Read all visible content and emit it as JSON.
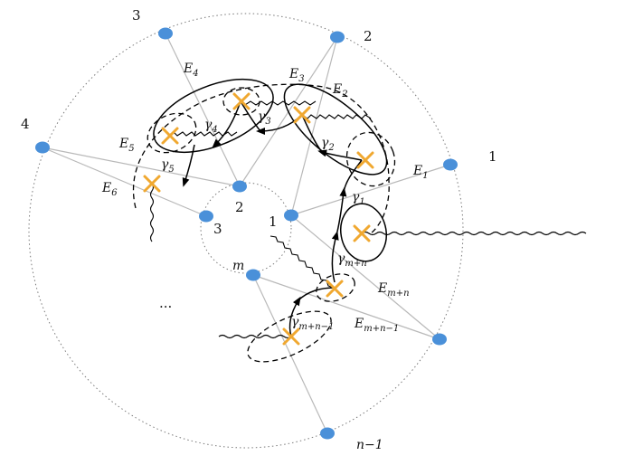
{
  "outer_labels": [
    "1",
    "2",
    "3",
    "4",
    "n−1"
  ],
  "inner_labels": [
    "1",
    "2",
    "3",
    "m"
  ],
  "ellipsis": "...",
  "edge_labels": [
    {
      "base": "E",
      "sub": "1"
    },
    {
      "base": "E",
      "sub": "2"
    },
    {
      "base": "E",
      "sub": "3"
    },
    {
      "base": "E",
      "sub": "4"
    },
    {
      "base": "E",
      "sub": "5"
    },
    {
      "base": "E",
      "sub": "6"
    },
    {
      "base": "E",
      "sub": "m+n"
    },
    {
      "base": "E",
      "sub": "m+n−1"
    }
  ],
  "path_labels": [
    {
      "base": "γ",
      "sub": "1"
    },
    {
      "base": "γ",
      "sub": "2"
    },
    {
      "base": "γ",
      "sub": "3"
    },
    {
      "base": "γ",
      "sub": "4"
    },
    {
      "base": "γ",
      "sub": "5"
    },
    {
      "base": "γ",
      "sub": "m+n"
    },
    {
      "base": "γ",
      "sub": "m+n−1"
    }
  ],
  "colors": {
    "node": "#4a90d9",
    "cross": "#f0a830",
    "edge": "#b9b9b9"
  }
}
